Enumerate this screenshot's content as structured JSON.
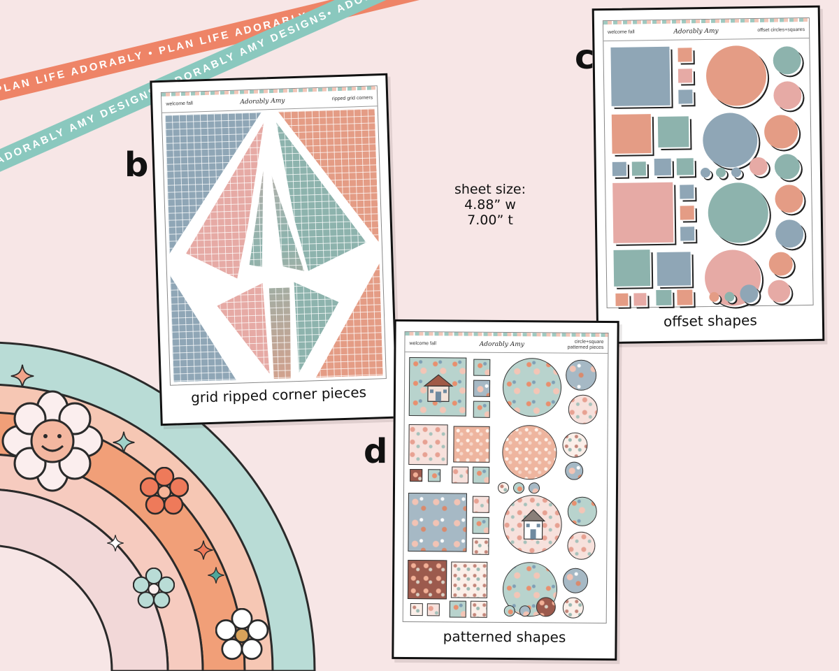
{
  "banners": {
    "peach": {
      "text": "PLAN LIFE ADORABLY • PLAN LIFE ADORABLY • PLAN LIFE ADORABLY",
      "color": "#ee8467"
    },
    "teal": {
      "text": "ADORABLY AMY DESIGNS• ADORABLY AMY DESIGNS• ADORABLY AMY DESIGNS•",
      "color": "#8ac8be"
    }
  },
  "sheet_size": {
    "line1": "sheet size:",
    "line2": "4.88” w",
    "line3": "7.00” t"
  },
  "cards": {
    "b": {
      "letter": "b",
      "caption": "grid ripped corner pieces",
      "header_left": "welcome fall",
      "logo": "Adorably Amy",
      "header_right": "ripped grid corners"
    },
    "c": {
      "letter": "c",
      "caption": "offset shapes",
      "header_left": "welcome fall",
      "logo": "Adorably Amy",
      "header_right": "offset circles+squares"
    },
    "d": {
      "letter": "d",
      "caption": "patterned shapes",
      "header_left": "welcome fall",
      "logo": "Adorably Amy",
      "header_right_1": "circle+square",
      "header_right_2": "patterned pieces"
    }
  },
  "palette": {
    "blue": "#8fa6b6",
    "peach": "#e49c85",
    "pink": "#e6aaa5",
    "teal": "#8db3ad",
    "background": "#f7e6e6"
  },
  "decor": {
    "rainbow_colors": [
      "#b9dcd6",
      "#f6c7b4",
      "#f19f78",
      "#f6cbbf",
      "#f2d8d8"
    ],
    "icons": [
      "smiley-flower-icon",
      "flower-icon",
      "sparkle-icon"
    ]
  }
}
